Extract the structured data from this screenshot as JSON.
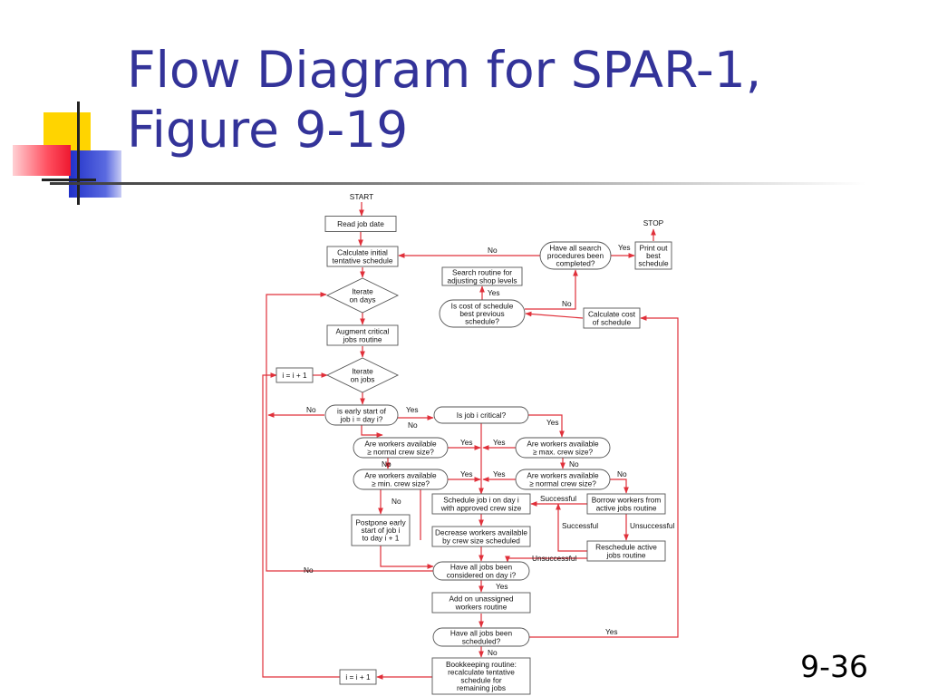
{
  "slide": {
    "title_line1": "Flow Diagram for SPAR-1,",
    "title_line2": "Figure 9-19",
    "page_number": "9-36",
    "title_color": "#333399"
  },
  "diagram": {
    "nodes": {
      "start": [
        "START"
      ],
      "stop": [
        "STOP"
      ],
      "read": [
        "Read job date"
      ],
      "calc": [
        "Calculate initial",
        "tentative schedule"
      ],
      "iterdays": [
        "Iterate",
        "on days"
      ],
      "augment": [
        "Augment critical",
        "jobs routine"
      ],
      "incr1": [
        "i = i + 1"
      ],
      "iterjobs": [
        "Iterate",
        "on jobs"
      ],
      "early": [
        "is early start of",
        "job i = day i?"
      ],
      "critical": [
        "Is job i critical?"
      ],
      "wnorm": [
        "Are workers available",
        "≥ normal crew size?"
      ],
      "wmax": [
        "Are workers available",
        "≥ max. crew size?"
      ],
      "wmin": [
        "Are workers available",
        "≥ min. crew size?"
      ],
      "wnorm2": [
        "Are workers available",
        "≥ normal crew size?"
      ],
      "postpone": [
        "Postpone early",
        "start of job i",
        "to day i + 1"
      ],
      "schedule": [
        "Schedule job i on day i",
        "with approved crew size"
      ],
      "borrow": [
        "Borrow workers from",
        "active jobs routine"
      ],
      "decrease": [
        "Decrease workers available",
        "by crew size scheduled"
      ],
      "resched": [
        "Reschedule active",
        "jobs routine"
      ],
      "allday": [
        "Have all jobs been",
        "considered on day i?"
      ],
      "addon": [
        "Add on unassigned",
        "workers routine"
      ],
      "allsched": [
        "Have all jobs been",
        "scheduled?"
      ],
      "bookkeep": [
        "Bookkeeping routine:",
        "recalculate tentative",
        "schedule for",
        "remaining jobs"
      ],
      "incr2": [
        "i = i + 1"
      ],
      "haveall": [
        "Have all search",
        "procedures been",
        "completed?"
      ],
      "print": [
        "Print out",
        "best",
        "schedule"
      ],
      "search": [
        "Search routine for",
        "adjusting shop levels"
      ],
      "costbest": [
        "Is cost of schedule",
        "best previous",
        "schedule?"
      ],
      "calccost": [
        "Calculate cost",
        "of schedule"
      ]
    },
    "edge_labels": {
      "no": "No",
      "yes": "Yes",
      "successful": "Successful",
      "unsuccessful": "Unsuccessful"
    },
    "colors": {
      "arrow": "#e0303a",
      "box_border": "#555555"
    }
  }
}
